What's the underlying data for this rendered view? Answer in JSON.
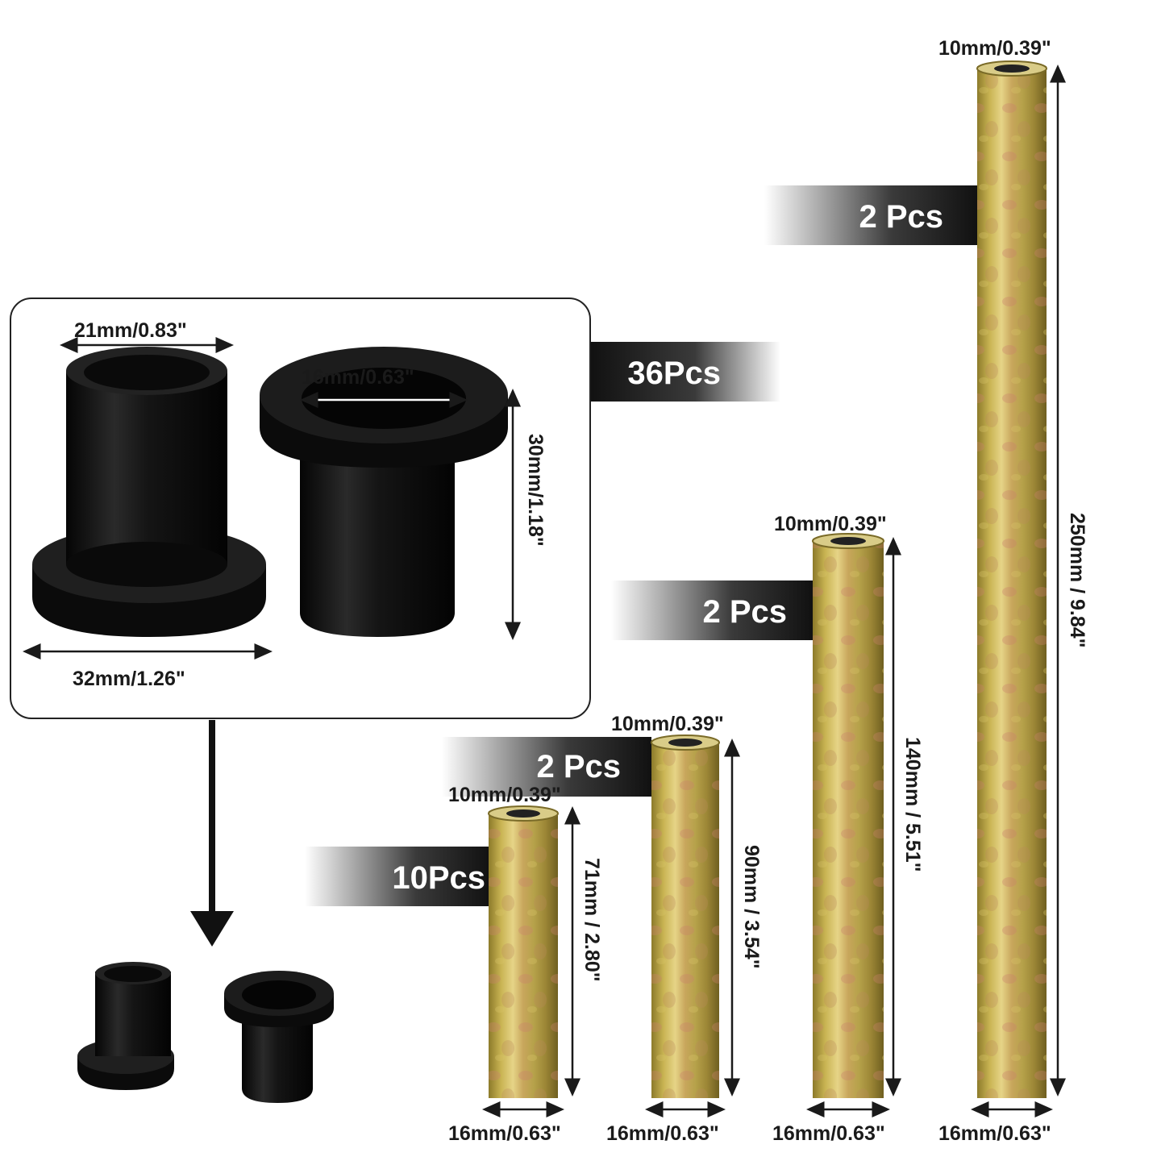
{
  "bushing_panel": {
    "flange_top_od": "21mm/0.83\"",
    "inner_diameter": "16mm/0.63\"",
    "height": "30mm/1.18\"",
    "flange_od": "32mm/1.26\"",
    "quantity": "36Pcs"
  },
  "rods": [
    {
      "id": "10mm/0.39\"",
      "length": "71mm / 2.80\"",
      "od": "16mm/0.63\"",
      "quantity": "10Pcs"
    },
    {
      "id": "10mm/0.39\"",
      "length": "90mm / 3.54\"",
      "od": "16mm/0.63\"",
      "quantity": "2 Pcs"
    },
    {
      "id": "10mm/0.39\"",
      "length": "140mm / 5.51\"",
      "od": "16mm/0.63\"",
      "quantity": "2 Pcs"
    },
    {
      "id": "10mm/0.39\"",
      "length": "250mm / 9.84\"",
      "od": "16mm/0.63\"",
      "quantity": "2 Pcs"
    }
  ],
  "colors": {
    "bushing": "#0e0e0e",
    "rod_base": "#b9a540",
    "banner": "#161616"
  }
}
